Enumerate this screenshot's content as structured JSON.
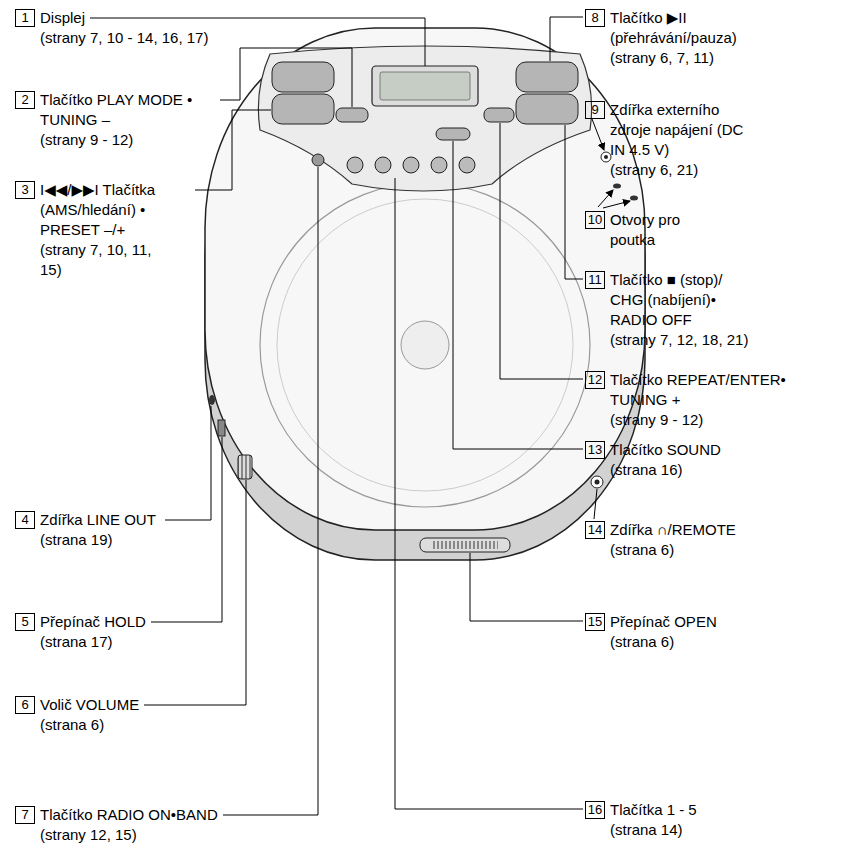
{
  "diagram": {
    "labels": [
      "1",
      "Displej",
      "(strany 7, 10 - 14, 16, 17)",
      "2",
      "Tlačítko PLAY MODE • TUNING –",
      "(strany 9 - 12)",
      "3",
      "I◀◀/▶▶I Tlačítka (AMS/hledání) • PRESET –/+",
      "(strany 7, 10, 11, 15)",
      "4",
      "Zdířka LINE OUT (strana 19)",
      "5",
      "Přepínač HOLD",
      "(strana 17)",
      "6",
      "Volič VOLUME",
      "(strana 6)",
      "7",
      "Tlačítko RADIO ON•BAND",
      "(strany 12, 15)",
      "8",
      "Tlačítko ▶II (přehrávání/pauza)",
      "(strany 6, 7, 11)",
      "9",
      "Zdířka externího zdroje napájení (DC IN 4.5 V)",
      "(strany 6, 21)",
      "10",
      "Otvory pro poutka",
      "11",
      "Tlačítko ■ (stop)/ CHG (nabíjení)• RADIO OFF",
      "(strany 7, 12, 18, 21)",
      "12",
      "Tlačítko REPEAT/ENTER• TUNING +",
      "(strany 9 - 12)",
      "13",
      "Tlačítko SOUND",
      "(strana 16)",
      "14",
      "Zdířka ∩/REMOTE",
      "(strana 6)",
      "15",
      "Přepínač OPEN",
      "(strana 6)",
      "16",
      "Tlačítka 1 - 5",
      "(strana 14)"
    ]
  }
}
